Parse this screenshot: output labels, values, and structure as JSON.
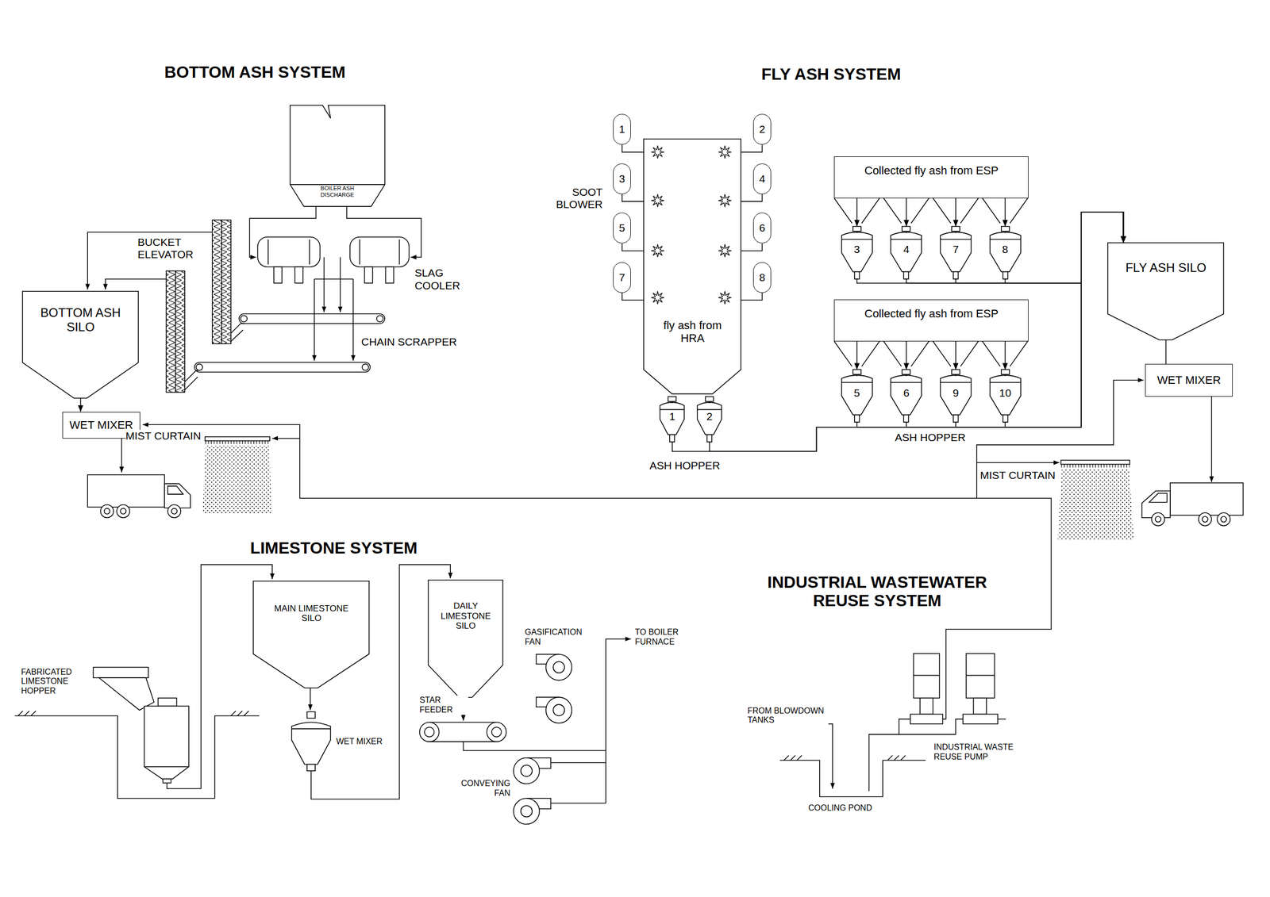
{
  "diagram": {
    "nodes": [
      {
        "text": [
          "BOILER ASH DISCHARGE"
        ]
      },
      {
        "text": [
          "BOTTOM ASH SILO"
        ]
      },
      {
        "text": [
          "WET MIXER"
        ]
      },
      {
        "text": [
          "1"
        ]
      },
      {
        "text": [
          "2"
        ]
      },
      {
        "text": [
          "3"
        ]
      },
      {
        "text": [
          "4"
        ]
      },
      {
        "text": [
          "5"
        ]
      },
      {
        "text": [
          "6"
        ]
      },
      {
        "text": [
          "7"
        ]
      },
      {
        "text": [
          "8"
        ]
      },
      {
        "text": [
          "fly ash from HRA"
        ]
      },
      {
        "text": [
          "1"
        ]
      },
      {
        "text": [
          "2"
        ]
      },
      {
        "text": [
          "Collected fly ash from ESP"
        ]
      },
      {
        "text": [
          "3"
        ]
      },
      {
        "text": [
          "4"
        ]
      },
      {
        "text": [
          "7"
        ]
      },
      {
        "text": [
          "8"
        ]
      },
      {
        "text": [
          "Collected fly ash from ESP"
        ]
      },
      {
        "text": [
          "5"
        ]
      },
      {
        "text": [
          "6"
        ]
      },
      {
        "text": [
          "9"
        ]
      },
      {
        "text": [
          "10"
        ]
      },
      {
        "text": [
          "FLY ASH SILO"
        ]
      },
      {
        "text": [
          "WET MIXER"
        ]
      },
      {
        "text": [
          "MAIN LIMESTONE SILO"
        ]
      },
      {
        "text": [
          "DAILY LIMESTONE SILO"
        ]
      }
    ],
    "edges": [
      {
        "from": 1,
        "to": 2,
        "arrow": "to"
      },
      {
        "from": 3,
        "to": 11,
        "arrow": "none"
      },
      {
        "from": 4,
        "to": 11,
        "arrow": "none"
      },
      {
        "from": 5,
        "to": 11,
        "arrow": "none"
      },
      {
        "from": 6,
        "to": 11,
        "arrow": "none"
      },
      {
        "from": 7,
        "to": 11,
        "arrow": "none"
      },
      {
        "from": 8,
        "to": 11,
        "arrow": "none"
      },
      {
        "from": 9,
        "to": 11,
        "arrow": "none"
      },
      {
        "from": 10,
        "to": 11,
        "arrow": "none"
      },
      {
        "from": 14,
        "to": 15,
        "arrow": "to"
      },
      {
        "from": 14,
        "to": 16,
        "arrow": "to"
      },
      {
        "from": 14,
        "to": 17,
        "arrow": "to"
      },
      {
        "from": 14,
        "to": 18,
        "arrow": "to"
      },
      {
        "from": 19,
        "to": 20,
        "arrow": "to"
      },
      {
        "from": 19,
        "to": 21,
        "arrow": "to"
      },
      {
        "from": 19,
        "to": 22,
        "arrow": "to"
      },
      {
        "from": 19,
        "to": 23,
        "arrow": "to"
      },
      {
        "from": 12,
        "to": 24,
        "arrow": "to"
      },
      {
        "from": 13,
        "to": 24,
        "arrow": "to"
      },
      {
        "from": 15,
        "to": 24,
        "arrow": "to"
      },
      {
        "from": 16,
        "to": 24,
        "arrow": "to"
      },
      {
        "from": 17,
        "to": 24,
        "arrow": "to"
      },
      {
        "from": 18,
        "to": 24,
        "arrow": "to"
      },
      {
        "from": 20,
        "to": 24,
        "arrow": "to"
      },
      {
        "from": 21,
        "to": 24,
        "arrow": "to"
      },
      {
        "from": 22,
        "to": 24,
        "arrow": "to"
      },
      {
        "from": 23,
        "to": 24,
        "arrow": "to"
      },
      {
        "from": 24,
        "to": 25,
        "arrow": "none"
      }
    ],
    "labels": [
      "BOTTOM ASH SYSTEM",
      "BUCKET ELEVATOR",
      "SLAG COOLER",
      "CHAIN SCRAPPER",
      "MIST CURTAIN",
      "FLY ASH SYSTEM",
      "SOOT BLOWER",
      "ASH HOPPER",
      "ASH HOPPER",
      "MIST CURTAIN",
      "LIMESTONE SYSTEM",
      "FABRICATED LIMESTONE HOPPER",
      "WET MIXER",
      "STAR FEEDER",
      "GASIFICATION FAN",
      "TO BOILER FURNACE",
      "CONVEYING FAN",
      "INDUSTRIAL WASTEWATER REUSE SYSTEM",
      "FROM BLOWDOWN TANKS",
      "COOLING POND",
      "INDUSTRIAL WASTE REUSE PUMP"
    ]
  }
}
